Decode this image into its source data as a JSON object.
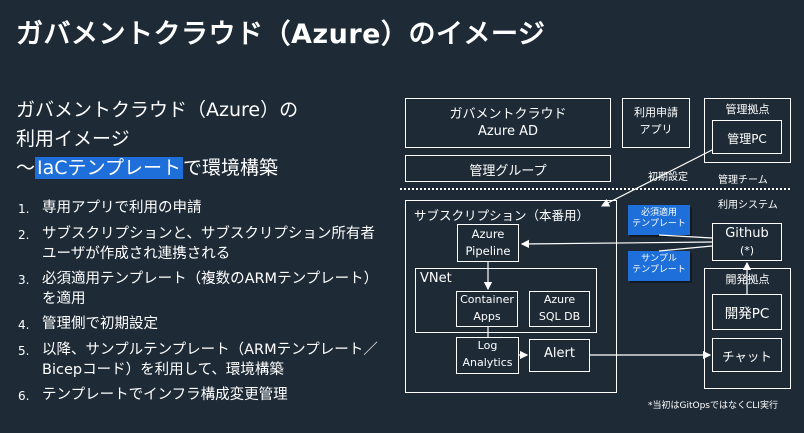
{
  "slide": {
    "title": "ガバメントクラウド（Azure）のイメージ",
    "subtitle_line1": "ガバメントクラウド（Azure）の",
    "subtitle_line2": "利用イメージ",
    "subtitle_line3_prefix": "～",
    "subtitle_line3_highlight": "IaCテンプレート",
    "subtitle_line3_suffix": "で環境構築",
    "steps": [
      {
        "num": "1.",
        "text": "専用アプリで利用の申請"
      },
      {
        "num": "2.",
        "text": "サブスクリプションと、サブスクリプション所有者ユーザが作成され連携される"
      },
      {
        "num": "3.",
        "text": "必須適用テンプレート（複数のARMテンプレート）を適用"
      },
      {
        "num": "4.",
        "text": "管理側で初期設定"
      },
      {
        "num": "5.",
        "text": "以降、サンプルテンプレート（ARMテンプレート／Bicepコード）を利用して、環境構築"
      },
      {
        "num": "6.",
        "text": "テンプレートでインフラ構成変更管理"
      }
    ]
  },
  "diagram": {
    "gov_cloud": "ガバメントクラウド",
    "azure_ad": "Azure AD",
    "mgmt_group": "管理グループ",
    "app_line1": "利用申請",
    "app_line2": "アプリ",
    "mgmt_base": "管理拠点",
    "mgmt_pc": "管理PC",
    "initial_setup": "初期設定",
    "mgmt_team": "管理チーム",
    "user_system": "利用システム",
    "subscription": "サブスクリプション（本番用）",
    "pipeline_line1": "Azure",
    "pipeline_line2": "Pipeline",
    "vnet": "VNet",
    "container_line1": "Container",
    "container_line2": "Apps",
    "sql_line1": "Azure",
    "sql_line2": "SQL DB",
    "log_line1": "Log",
    "log_line2": "Analytics",
    "alert": "Alert",
    "required_note_line1": "必須適用",
    "required_note_line2": "テンプレート",
    "sample_note_line1": "サンプル",
    "sample_note_line2": "テンプレート",
    "github": "Github",
    "github_mark": "(*)",
    "dev_base": "開発拠点",
    "dev_pc": "開発PC",
    "chat": "チャット",
    "footnote": "*当初はGitOpsではなくCLI実行"
  }
}
